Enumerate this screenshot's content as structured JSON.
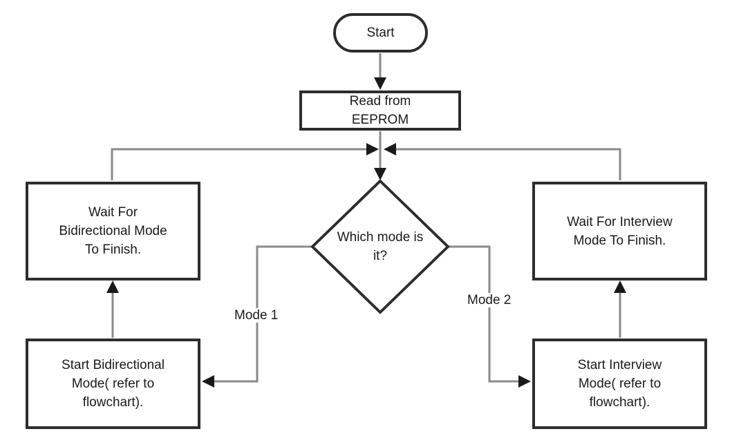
{
  "diagram_type": "flowchart",
  "nodes": {
    "start": {
      "type": "terminator",
      "label": "Start"
    },
    "read_eeprom": {
      "type": "process",
      "label": [
        "Read from",
        "EEPROM"
      ]
    },
    "which_mode": {
      "type": "decision",
      "label": [
        "Which mode is",
        "it?"
      ]
    },
    "wait_bidirectional": {
      "type": "process",
      "label": [
        "Wait For",
        "Bidirectional Mode",
        "To Finish."
      ]
    },
    "wait_interview": {
      "type": "process",
      "label": [
        "Wait For Interview",
        "Mode To Finish."
      ]
    },
    "start_bidirectional": {
      "type": "process",
      "label": [
        "Start Bidirectional",
        "Mode( refer to",
        "flowchart)."
      ]
    },
    "start_interview": {
      "type": "process",
      "label": [
        "Start Interview",
        "Mode( refer to",
        "flowchart)."
      ]
    }
  },
  "edges": {
    "mode1_label": "Mode 1",
    "mode2_label": "Mode 2"
  },
  "colors": {
    "background": "#ffffff",
    "connector": "#8a8a8a",
    "arrowhead": "#1a1a1a",
    "node_border": "#2d2d2d",
    "text": "#1a1a1a"
  }
}
